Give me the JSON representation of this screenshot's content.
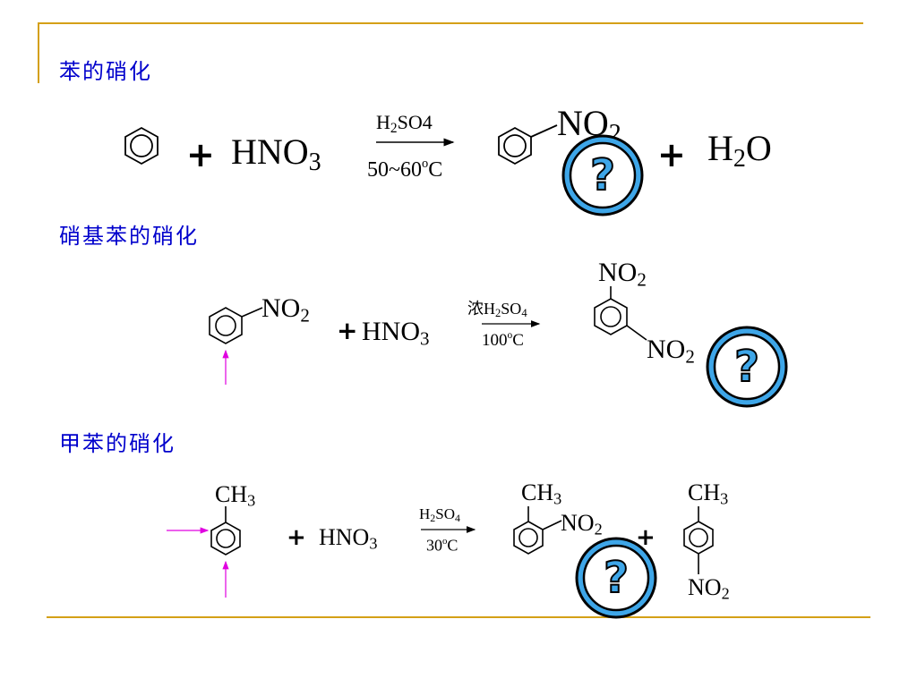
{
  "sections": {
    "benzene": {
      "title": "苯的硝化",
      "plus1": "+",
      "reagent_base": "HNO",
      "reagent_sub": "3",
      "cond_top_a": "H",
      "cond_top_sub": "2",
      "cond_top_b": "SO4",
      "cond_bottom_a": "50~60",
      "cond_bottom_sup": "o",
      "cond_bottom_b": "C",
      "product_base": "NO",
      "product_sub": "2",
      "plus2": "+",
      "water_a": "H",
      "water_sub": "2",
      "water_b": "O"
    },
    "nitrobenzene": {
      "title": "硝基苯的硝化",
      "substrate_base": "NO",
      "substrate_sub": "2",
      "plus": "+",
      "reagent_base": "HNO",
      "reagent_sub": "3",
      "cond_top_a": "浓H",
      "cond_top_sub": "2",
      "cond_top_b": "SO",
      "cond_top_sub2": "4",
      "cond_bottom_a": "100",
      "cond_bottom_sup": "o",
      "cond_bottom_b": "C",
      "product_top_base": "NO",
      "product_top_sub": "2",
      "product_side_base": "NO",
      "product_side_sub": "2"
    },
    "toluene": {
      "title": "甲苯的硝化",
      "substrate_base": "CH",
      "substrate_sub": "3",
      "plus1": "+",
      "reagent_base": "HNO",
      "reagent_sub": "3",
      "cond_top_a": "H",
      "cond_top_sub": "2",
      "cond_top_b": "SO",
      "cond_top_sub2": "4",
      "cond_bottom_a": "30",
      "cond_bottom_sup": "o",
      "cond_bottom_b": "C",
      "ortho_ch3_base": "CH",
      "ortho_ch3_sub": "3",
      "ortho_no2_base": "NO",
      "ortho_no2_sub": "2",
      "plus2": "+",
      "para_ch3_base": "CH",
      "para_ch3_sub": "3",
      "para_no2_base": "NO",
      "para_no2_sub": "2"
    }
  },
  "badge": {
    "symbol": "?",
    "fill": "#3ea6e8",
    "stroke": "#000000"
  },
  "colors": {
    "heading": "#0000cc",
    "frame": "#d4a017",
    "arrow_mark": "#e000e0"
  }
}
